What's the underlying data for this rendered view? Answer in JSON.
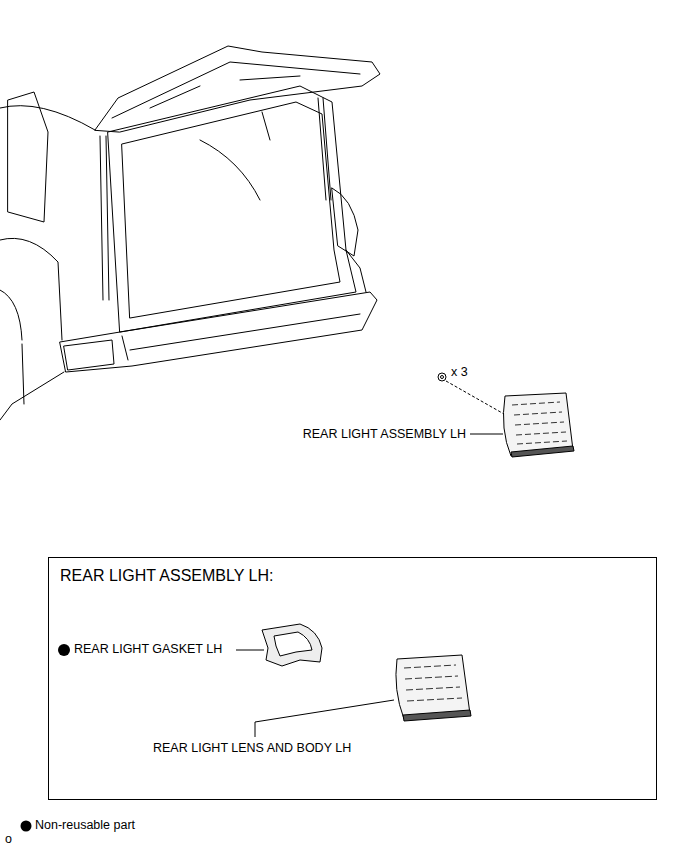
{
  "diagram": {
    "nodes": [
      {
        "text": [
          "REAR LIGHT ASSEMBLY LH:"
        ]
      }
    ],
    "labels": [
      "x 3",
      "REAR LIGHT ASSEMBLY LH",
      "REAR LIGHT GASKET LH",
      "REAR LIGHT LENS AND BODY LH",
      "o"
    ],
    "legend": [
      {
        "text": "Non-reusable part"
      }
    ]
  }
}
